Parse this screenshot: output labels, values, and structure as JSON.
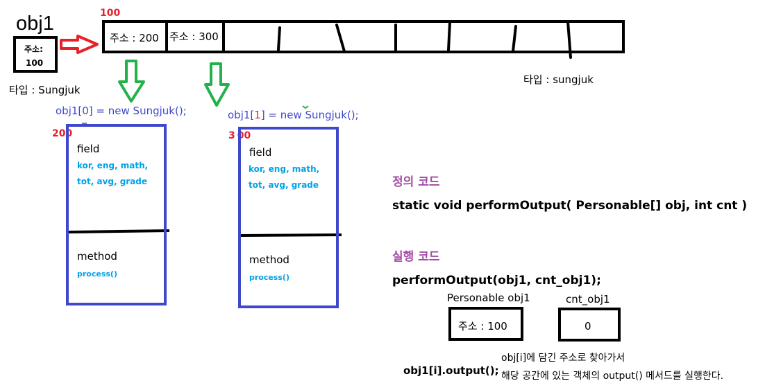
{
  "colors": {
    "red": "#e8202a",
    "green": "#22b14c",
    "blue": "#3f48cc",
    "cyan": "#00a2e8",
    "purple": "#a349a4",
    "line": "#000000"
  },
  "obj1": {
    "name": "obj1",
    "addr_label": "주소:",
    "addr_value": "100",
    "type_label": "타입 : Sungjuk"
  },
  "array": {
    "address": "100",
    "cell0": "주소 : 200",
    "cell1": "주소 : 300",
    "type_label": "타입 : sungjuk"
  },
  "instance0": {
    "code_prefix": "obj1[0]",
    "code_rest": " = new Sungjuk();",
    "address": "200",
    "field_title": "field",
    "field_line1": "kor, eng, math,",
    "field_line2": "tot, avg, grade",
    "method_title": "method",
    "method_name": "process()"
  },
  "instance1": {
    "code_a": "obj1[",
    "code_b": "1",
    "code_c": "] = new Sungjuk();",
    "address_a": "3",
    "address_b": "00",
    "field_title": "field",
    "field_line1": "kor, eng, math,",
    "field_line2": "tot, avg, grade",
    "method_title": "method",
    "method_name": "process()"
  },
  "definition": {
    "heading": "정의 코드",
    "code": "static void performOutput( Personable[] obj, int cnt )"
  },
  "execution": {
    "heading": "실행 코드",
    "code": "performOutput(obj1, cnt_obj1);"
  },
  "param_obj": {
    "label": "Personable obj1",
    "value": "주소 : 100"
  },
  "param_cnt": {
    "label": "cnt_obj1",
    "value": "0"
  },
  "call": {
    "code": "obj1[i].output();",
    "note_line1": "obj[i]에 담긴 주소로 찾아가서",
    "note_line2": "해당 공간에 있는 객체의 output() 메서드를 실행한다."
  }
}
